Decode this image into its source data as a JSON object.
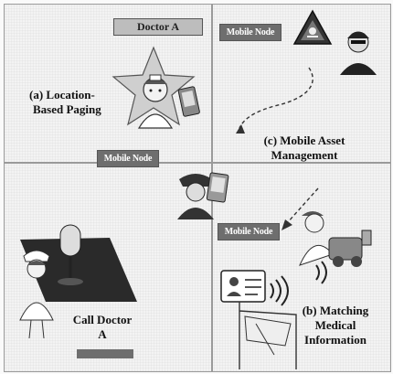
{
  "labels": {
    "doctor_a": "Doctor A",
    "mobile_node_1": "Mobile Node",
    "mobile_node_2": "Mobile Node",
    "mobile_node_3": "Mobile Node",
    "location_paging": [
      "(a) Location-",
      "Based Paging"
    ],
    "asset_mgmt": [
      "(c) Mobile Asset",
      "Management"
    ],
    "matching": [
      "(b) Matching",
      "Medical",
      "Information"
    ],
    "call_doctor": [
      "Call Doctor",
      "A"
    ]
  },
  "icons": [
    "doctor-icon",
    "hazard-icon",
    "security-guard-icon",
    "microphone-icon",
    "nurse-icon",
    "id-card-icon",
    "wireless-signal-icon",
    "medical-equipment-icon",
    "nurse-with-equipment-icon",
    "patient-bed-icon",
    "pda-icon"
  ],
  "colors": {
    "tag_dark": "#6e6e6e",
    "tag_light": "#bdbdbd",
    "line": "#333333"
  }
}
